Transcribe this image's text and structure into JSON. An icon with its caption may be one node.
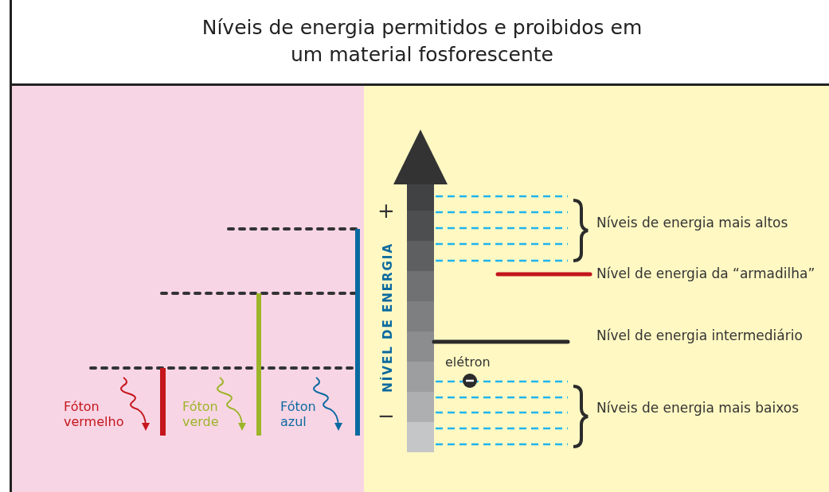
{
  "diagram": {
    "title": "Níveis de energia permitidos e proibidos em um material fosforescente",
    "labels": [
      "+",
      "Níveis de energia mais altos",
      "Nível de energia da “armadilha”",
      "NÍVEL DE ENERGIA",
      "Nível de energia intermediário",
      "elétron",
      "Fóton vermelho",
      "Fóton verde",
      "Fóton azul",
      "Níveis de energia mais baixos",
      "−"
    ]
  }
}
